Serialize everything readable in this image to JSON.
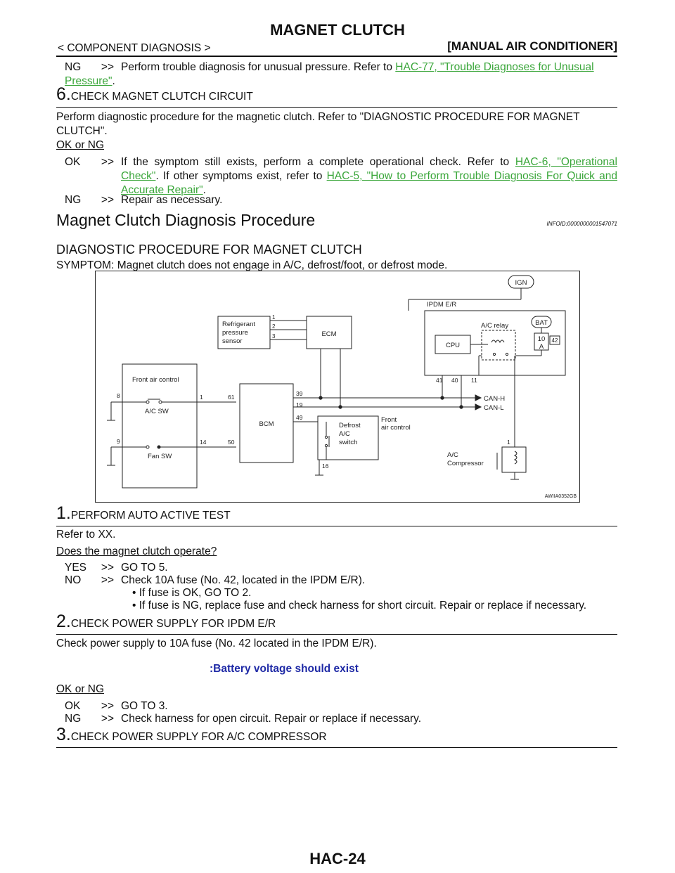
{
  "header": {
    "title": "MAGNET CLUTCH",
    "section": "< COMPONENT DIAGNOSIS >",
    "category": "[MANUAL AIR CONDITIONER]"
  },
  "top_ng": {
    "tag": "NG",
    "arrow": ">>",
    "text": "Perform trouble diagnosis for unusual pressure. Refer to ",
    "link": "HAC-77, \"Trouble Diagnoses for Unusual Pressure\"",
    "end": "."
  },
  "step6": {
    "number": "6.",
    "title": "CHECK MAGNET CLUTCH CIRCUIT",
    "body": "Perform diagnostic procedure for the magnetic clutch. Refer to \"DIAGNOSTIC PROCEDURE FOR MAGNET CLUTCH\".",
    "question": "OK or NG",
    "ok_tag": "OK",
    "ok_text1": "If the symptom still exists, perform a complete operational check. Refer to ",
    "ok_link1": "HAC-6, \"Operational Check\"",
    "ok_text2": ". If other symptoms exist, refer to ",
    "ok_link2": "HAC-5, \"How to Perform Trouble Diagnosis For Quick and Accurate Repair\"",
    "ok_end": ".",
    "ng_tag": "NG",
    "ng_text": "Repair as necessary."
  },
  "section": {
    "title": "Magnet Clutch Diagnosis Procedure",
    "infoid": "INFOID:0000000001547071",
    "subtitle": "DIAGNOSTIC PROCEDURE FOR MAGNET CLUTCH",
    "symptom": "SYMPTOM: Magnet clutch does not engage in A/C, defrost/foot, or defrost mode."
  },
  "diagram": {
    "ign": "IGN",
    "ipdm": "IPDM E/R",
    "ac_relay": "A/C relay",
    "bat": "BAT",
    "fuse_amp": "10",
    "fuse_unit": "A",
    "fuse_no": "42",
    "cpu": "CPU",
    "refrig_l1": "Refrigerant",
    "refrig_l2": "pressure",
    "refrig_l3": "sensor",
    "ecm": "ECM",
    "pin1": "1",
    "pin2": "2",
    "pin3": "3",
    "front_air": "Front air control",
    "ac_sw": "A/C SW",
    "fan_sw": "Fan SW",
    "pin8": "8",
    "pin9": "9",
    "pin1b": "1",
    "pin14": "14",
    "pin61": "61",
    "pin50": "50",
    "bcm": "BCM",
    "pin39": "39",
    "pin19": "19",
    "pin49": "49",
    "pin41": "41",
    "pin40": "40",
    "pin11": "11",
    "can_h": "CAN-H",
    "can_l": "CAN-L",
    "defrost1": "Defrost",
    "defrost2": "A/C",
    "defrost3": "switch",
    "front2_l1": "Front",
    "front2_l2": "air control",
    "pin16": "16",
    "comp_l1": "A/C",
    "comp_l2": "Compressor",
    "pin1c": "1",
    "code": "AWIIA0352GB"
  },
  "step1": {
    "number": "1.",
    "title": "PERFORM AUTO ACTIVE TEST",
    "body": "Refer to XX.",
    "question": "Does the magnet clutch operate?",
    "yes_tag": "YES",
    "yes_text": "GO TO 5.",
    "no_tag": "NO",
    "no_text": "Check 10A fuse (No. 42, located in the IPDM E/R).",
    "bullet1": "If fuse is OK, GO TO 2.",
    "bullet2": "If fuse is NG, replace fuse and check harness for short circuit. Repair or replace if necessary."
  },
  "step2": {
    "number": "2.",
    "title": "CHECK POWER SUPPLY FOR IPDM E/R",
    "body": "Check power supply to 10A fuse (No. 42 located in the IPDM E/R).",
    "spec": ":Battery voltage should exist",
    "question": "OK or NG",
    "ok_tag": "OK",
    "ok_text": "GO TO 3.",
    "ng_tag": "NG",
    "ng_text": "Check harness for open circuit. Repair or replace if necessary."
  },
  "step3": {
    "number": "3.",
    "title": "CHECK POWER SUPPLY FOR A/C COMPRESSOR"
  },
  "arrow": ">>",
  "bullet_char": "•",
  "footer": {
    "page": "HAC-24"
  }
}
